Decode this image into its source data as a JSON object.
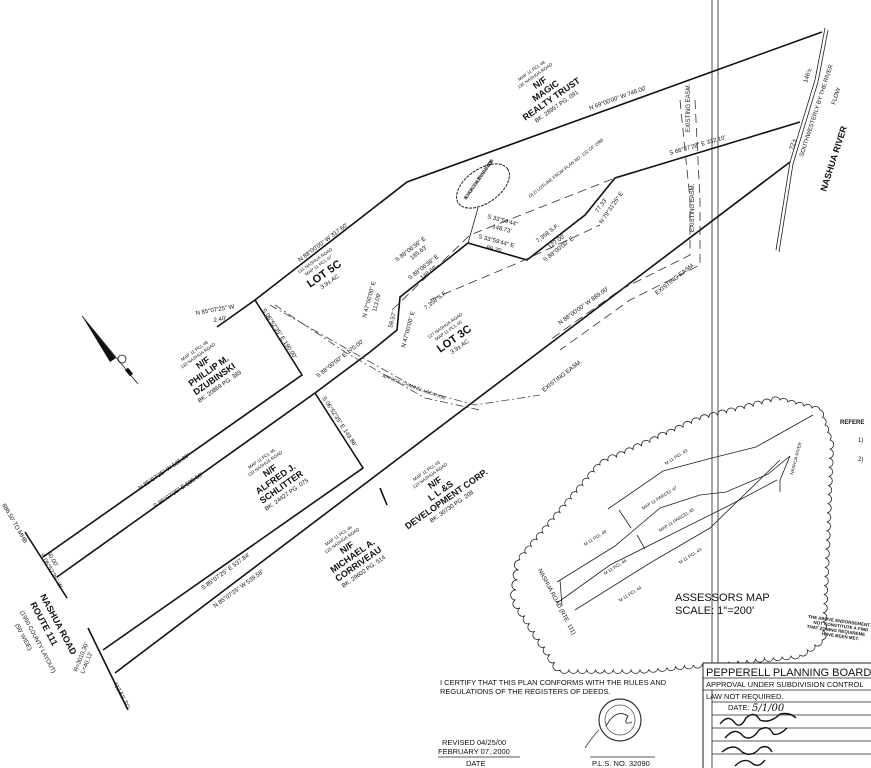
{
  "parcels": {
    "magic": {
      "ref": "MAP 11 PCL 48",
      "addr": "135 NASHUA ROAD",
      "nf": "N/F",
      "name1": "MAGIC",
      "name2": "REALTY TRUST",
      "book": "BK. 28957  PG. 091"
    },
    "dzubinski": {
      "ref": "MAP 11 PCL 48",
      "addr": "133 NASHUA ROAD",
      "nf": "N/F",
      "name1": "PHILLIP M.",
      "name2": "DZUBINSKI",
      "book": "BK. 20869  PG. 389"
    },
    "schlitter": {
      "ref": "MAP 11 PCL 46",
      "addr": "129 NASHUA ROAD",
      "nf": "N/F",
      "name1": "ALFRED J.",
      "name2": "SCHLITTER",
      "book": "BK. 24427  PG. 075"
    },
    "corriveau": {
      "ref": "MAP 11 PCL 44",
      "addr": "125 NASHUA ROAD",
      "nf": "N/F",
      "name1": "MICHAEL A.",
      "name2": "CORRIVEAU",
      "book": "BK. 29602  PG. 514"
    },
    "lls": {
      "ref": "MAP 11 PCL 43",
      "addr": "123 NASHUA ROAD",
      "nf": "N/F",
      "name1": "L L &S",
      "name2": "DEVELOPMENT CORP.",
      "book": "BK. 30730  PG. 208"
    }
  },
  "lots": {
    "lot5c": {
      "addr": "131 NASHUA ROAD",
      "ref": "MAP 11 PCL 47",
      "name": "LOT 5C",
      "area": "3.9± AC"
    },
    "lot3c": {
      "addr": "127 NASHUA ROAD",
      "ref": "MAP 11 PCL 45",
      "name": "LOT 3C",
      "area": "3.9± AC"
    }
  },
  "bearings": {
    "b1": "N 69°00'00\" W 748.00'",
    "b2": "N 88°00'00\" W 317.60'",
    "b3": "N 85°07'25\" W",
    "b3b": "2.40'",
    "b4": "S 66°37'28\" E 332.10'",
    "b5": "N 88°00'00\" W 889.00'",
    "b6": "N 85°07'25\" W 535.00'",
    "b7": "S 85°07'25\" E 535.00'",
    "b8": "S 85°07'25\" E 537.84'",
    "b9": "N 85°07'25\" W 539.58'",
    "b10": "S 88°06'36\" E",
    "b10b": "185.63'",
    "b11": "S 88°06'36\" E",
    "b11b": "148.68'",
    "b12": "S 33°59'44\"",
    "b12b": "148.73'",
    "b13": "S 33°59'44\" E",
    "b13b": "99.25'",
    "b14": "127.00'",
    "b14b": "S 88°00'00\" E",
    "b15": "77.33'",
    "b15b": "N 79°31'25\" E",
    "b16": "S 88°00'00\" E 170.00'",
    "b17": "N 47°00'00\" E",
    "b17b": "113.09'",
    "b18": "N 47°00'00\" E",
    "b18b": "58.57'",
    "b19": "S 06°52'35\" E 190.00'",
    "b20": "S 06°52'35\" E 149.86'",
    "b21": "S 06°52'35\" W",
    "b21b": "50.00'",
    "b22": "886.50' TO MHB",
    "b23": "413.53' TO",
    "b24": "R=3010.30'",
    "b24b": "L=40.12'",
    "river1": "146'±",
    "river2": "72'±",
    "river3": "SOUTHWESTERLY BY THE RIVER",
    "flow": "FLOW"
  },
  "annotations": {
    "area1": "7,358 S.F.",
    "area2": "7,358 S.F.",
    "old_lot": "OLD LOTLINE FROM PLAN NO. 132 OF 1988",
    "easement": "FILL GRADE ACCESS & UTILITY EASEMENT 13,039 S.F.",
    "channel": "APPROX. CHANNEL LOCATION",
    "easm1": "EXISTING EASM.",
    "easm2": "EXISTING EASM.",
    "easm3": "EXISTING EASM.",
    "easm4": "EXISTING EASM.",
    "river": "NASHUA RIVER",
    "road1": "NASHUA ROAD",
    "road2": "ROUTE 111",
    "road3": "(1950 COUNTY LAYOUT)",
    "road4": "(50' WIDE)"
  },
  "assessors_map": {
    "title": "ASSESSORS MAP",
    "scale": "SCALE:  1\"=200'",
    "labels": [
      "M 11 PCL 43",
      "MAP 11 PARCEL 47",
      "MAP 11 PARCEL 45",
      "M 11 PCL 48",
      "M 11 PCL 46",
      "M 11 PCL 44",
      "M 11 PCL 43"
    ],
    "river": "NASHUA RIVER",
    "road": "NASHUA ROAD (RTE. 111)"
  },
  "references": {
    "heading": "REFERE",
    "items": [
      "1)",
      "2)"
    ]
  },
  "endorsement": [
    "THE ABOVE ENDORSEMENT",
    "NOT CONSTITUTE A FIND",
    "THAT ZONING REQUIREME",
    "HAVE BEEN MET."
  ],
  "certification": {
    "line1": "I CERTIFY THAT THIS PLAN CONFORMS WITH THE RULES AND",
    "line2": "REGULATIONS OF THE REGISTERS OF DEEDS.",
    "revised": "REVISED 04/25/00",
    "date": "FEBRUARY 07,  2000",
    "date_label": "DATE",
    "pls": "P.L.S. NO. 32090"
  },
  "planning_board": {
    "title": "PEPPERELL PLANNING BOARD",
    "line1": "APPROVAL UNDER SUBDIVISION CONTROL",
    "line2": "LAW NOT REQUIRED.",
    "date_label": "DATE:",
    "date_value": "5/1/00"
  }
}
